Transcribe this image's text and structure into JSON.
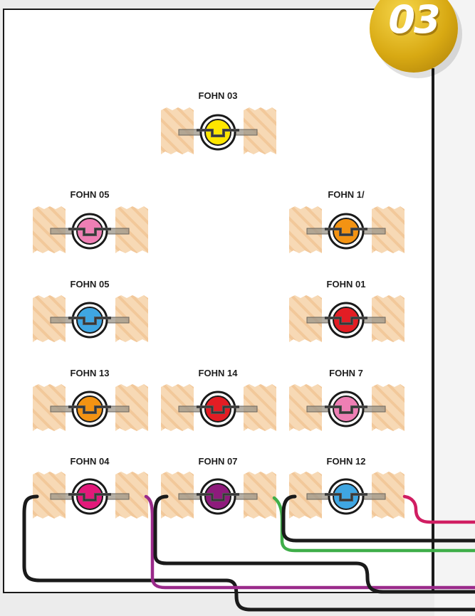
{
  "badge": {
    "number": "03",
    "color": "#d8a913"
  },
  "modules": [
    {
      "label": "FOHN 03",
      "color": "#ffe600"
    },
    {
      "label": "FOHN 05",
      "color": "#ee7fb4"
    },
    {
      "label": "FOHN 1/",
      "color": "#f39313"
    },
    {
      "label": "FOHN 05",
      "color": "#3fa6e2"
    },
    {
      "label": "FOHN 01",
      "color": "#e31d24"
    },
    {
      "label": "FOHN 13",
      "color": "#f39313"
    },
    {
      "label": "FOHN 14",
      "color": "#e31d24"
    },
    {
      "label": "FOHN 7",
      "color": "#ee7fb4"
    },
    {
      "label": "FOHN 04",
      "color": "#e2197a"
    },
    {
      "label": "FOHN 07",
      "color": "#8e1b7c"
    },
    {
      "label": "FOHN 12",
      "color": "#3fa6e2"
    }
  ],
  "wire_colors": {
    "black": "#1a1a1a",
    "magenta": "#d01e62",
    "green": "#3fae49",
    "purple": "#9a2a8a"
  }
}
